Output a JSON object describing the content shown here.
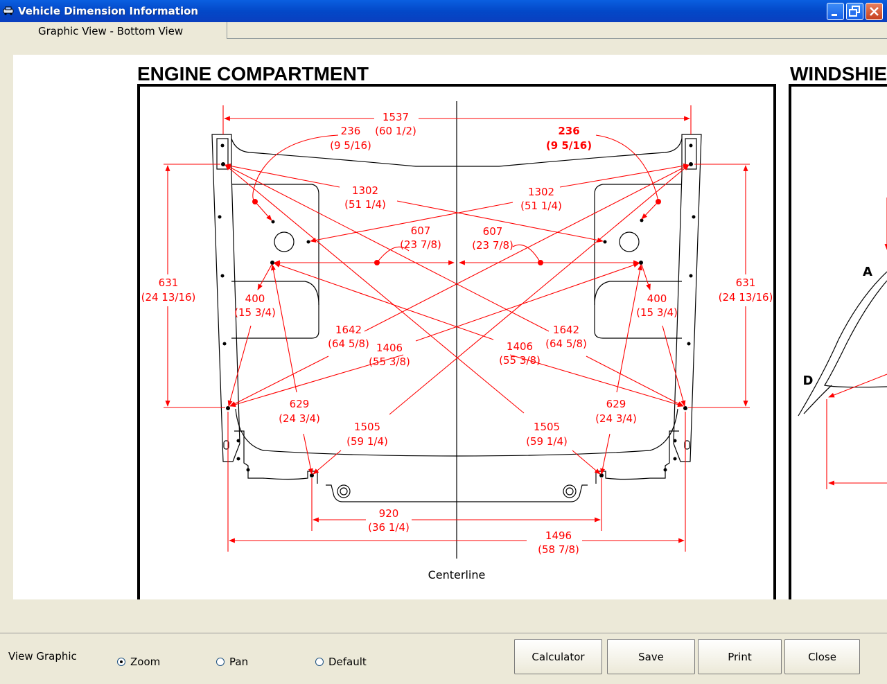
{
  "window": {
    "title": "Vehicle Dimension Information"
  },
  "tab": {
    "label": "Graphic View - Bottom View"
  },
  "drawing": {
    "heading_left": "ENGINE  COMPARTMENT",
    "heading_right": "WINDSHIE",
    "centerline_label": "Centerline",
    "point_a": "A",
    "point_d": "D",
    "dims": {
      "d1537": "1537",
      "d1537f": "(60 1/2)",
      "d236l": "236",
      "d236lf": "(9 5/16)",
      "d236r": "236",
      "d236rf": "(9 5/16)",
      "d1302l": "1302",
      "d1302lf": "(51 1/4)",
      "d1302r": "1302",
      "d1302rf": "(51 1/4)",
      "d607l": "607",
      "d607lf": "(23 7/8)",
      "d607r": "607",
      "d607rf": "(23 7/8)",
      "d631l": "631",
      "d631lf": "(24 13/16)",
      "d631r": "631",
      "d631rf": "(24 13/16)",
      "d400l": "400",
      "d400lf": "(15 3/4)",
      "d400r": "400",
      "d400rf": "(15 3/4)",
      "d1642l": "1642",
      "d1642lf": "(64 5/8)",
      "d1642r": "1642",
      "d1642rf": "(64 5/8)",
      "d1406l": "1406",
      "d1406lf": "(55 3/8)",
      "d1406r": "1406",
      "d1406rf": "(55 3/8)",
      "d629l": "629",
      "d629lf": "(24 3/4)",
      "d629r": "629",
      "d629rf": "(24 3/4)",
      "d1505l": "1505",
      "d1505lf": "(59 1/4)",
      "d1505r": "1505",
      "d1505rf": "(59 1/4)",
      "d920": "920",
      "d920f": "(36 1/4)",
      "d1496": "1496",
      "d1496f": "(58 7/8)"
    }
  },
  "controls": {
    "view_graphic_label": "View Graphic",
    "zoom_label": "Zoom",
    "pan_label": "Pan",
    "default_label": "Default",
    "selected": "Zoom"
  },
  "buttons": {
    "calculator": "Calculator",
    "save": "Save",
    "print": "Print",
    "close": "Close"
  },
  "colors": {
    "dimension": "#ff0000",
    "titlebar": "#0a5fe0",
    "face": "#ece9d8"
  }
}
